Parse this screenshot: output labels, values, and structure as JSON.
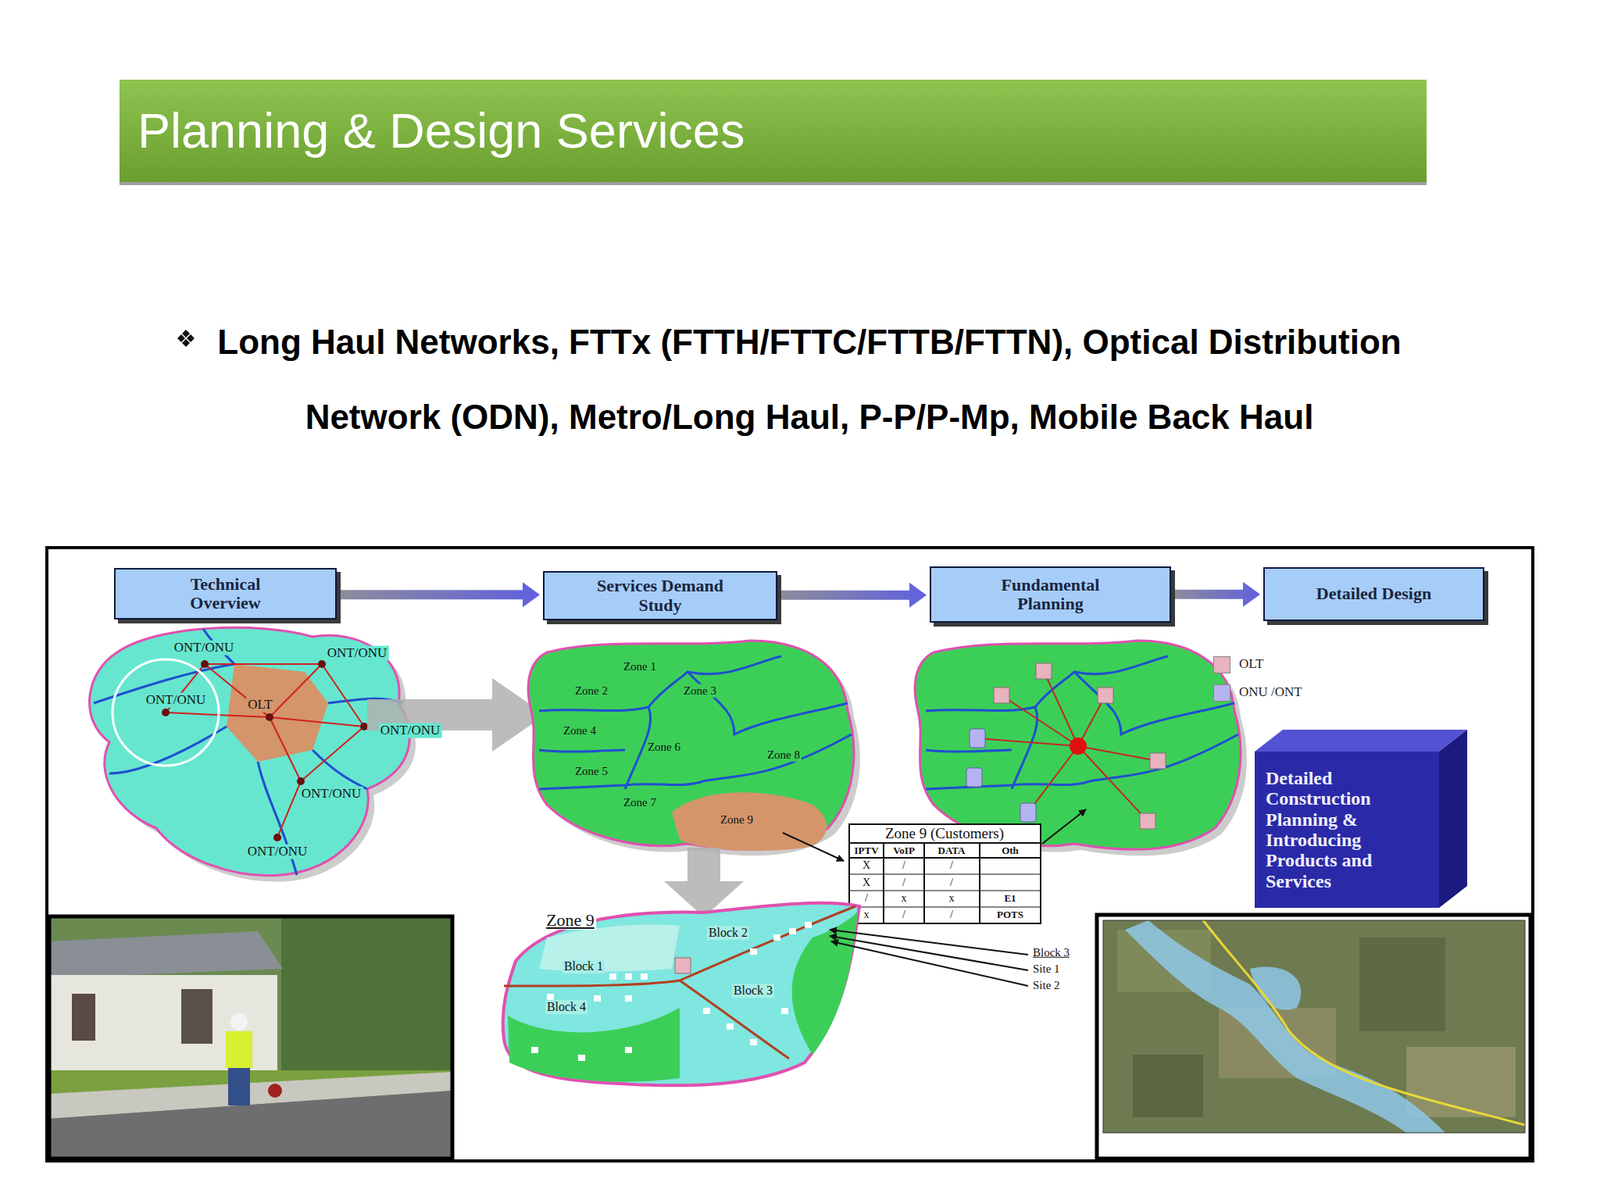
{
  "diagram": {
    "title": "Planning & Design Services",
    "nodes": [
      {
        "text": [
          "Technical Overview"
        ]
      },
      {
        "text": [
          "Services Demand Study"
        ]
      },
      {
        "text": [
          "Fundamental Planning"
        ]
      },
      {
        "text": [
          "Detailed Design"
        ]
      },
      {
        "text": [
          "Detailed Construction Planning & Introducing Products and Services"
        ]
      }
    ],
    "edges": [
      {
        "from": 0,
        "to": 1,
        "arrow": "to"
      },
      {
        "from": 1,
        "to": 2,
        "arrow": "to"
      },
      {
        "from": 2,
        "to": 3,
        "arrow": "to"
      }
    ],
    "labels": [
      "Long Haul Networks, FTTx (FTTH/FTTC/FTTB/FTTN), Optical Distribution Network (ODN), Metro/Long Haul, P-P/P-Mp, Mobile Back Haul",
      "ONT/ONU",
      "ONT/ONU",
      "ONT/ONU",
      "OLT",
      "ONT/ONU",
      "ONT/ONU",
      "ONT/ONU",
      "Zone 1",
      "Zone 2",
      "Zone 3",
      "Zone 4",
      "Zone 6",
      "Zone 8",
      "Zone 5",
      "Zone 7",
      "Zone 9",
      "Zone 9 (Customers)",
      "IPTV",
      "VoIP",
      "DATA",
      "Oth",
      "X",
      "/",
      "/",
      "X",
      "/",
      "/",
      "/",
      "x",
      "x",
      "E1",
      "x",
      "/",
      "/",
      "POTS",
      "Zone 9",
      "Block 2",
      "Block 1",
      "Block 3",
      "Block 4",
      "Block 3",
      "Site 1",
      "Site 2"
    ],
    "legend": [
      {
        "text": "OLT",
        "color": "#e6b3bf"
      },
      {
        "text": "ONU /ONT",
        "color": "#b4b4f0"
      }
    ]
  }
}
